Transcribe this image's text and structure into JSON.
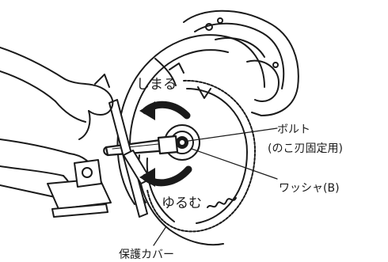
{
  "labels": {
    "tighten": "しまる",
    "loosen": "ゆるむ",
    "bolt": "ボルト",
    "bolt_detail": "(のこ刃固定用)",
    "washer": "ワッシャ(B)",
    "guard": "保護カバー"
  }
}
